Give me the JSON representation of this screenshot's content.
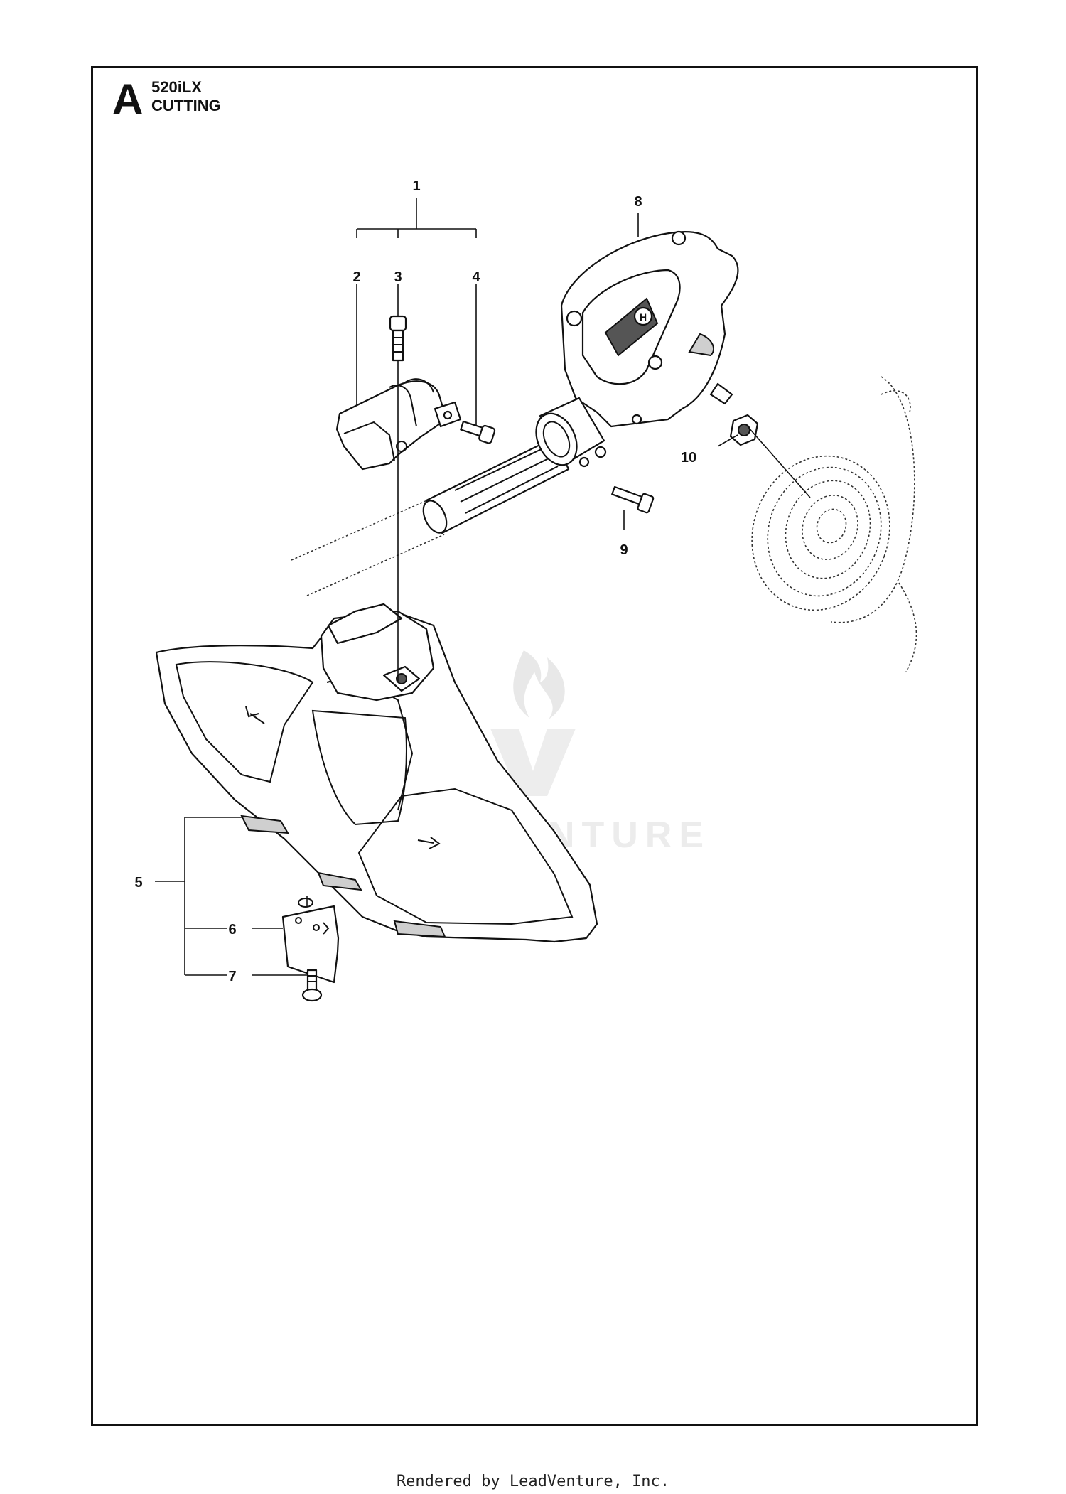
{
  "header": {
    "section_letter": "A",
    "model": "520iLX",
    "section_title": "CUTTING"
  },
  "callouts": [
    "1",
    "2",
    "3",
    "4",
    "5",
    "6",
    "7",
    "8",
    "9",
    "10"
  ],
  "watermark": {
    "text": "LEADVENTURE"
  },
  "footer": {
    "text": "Rendered by LeadVenture, Inc."
  }
}
